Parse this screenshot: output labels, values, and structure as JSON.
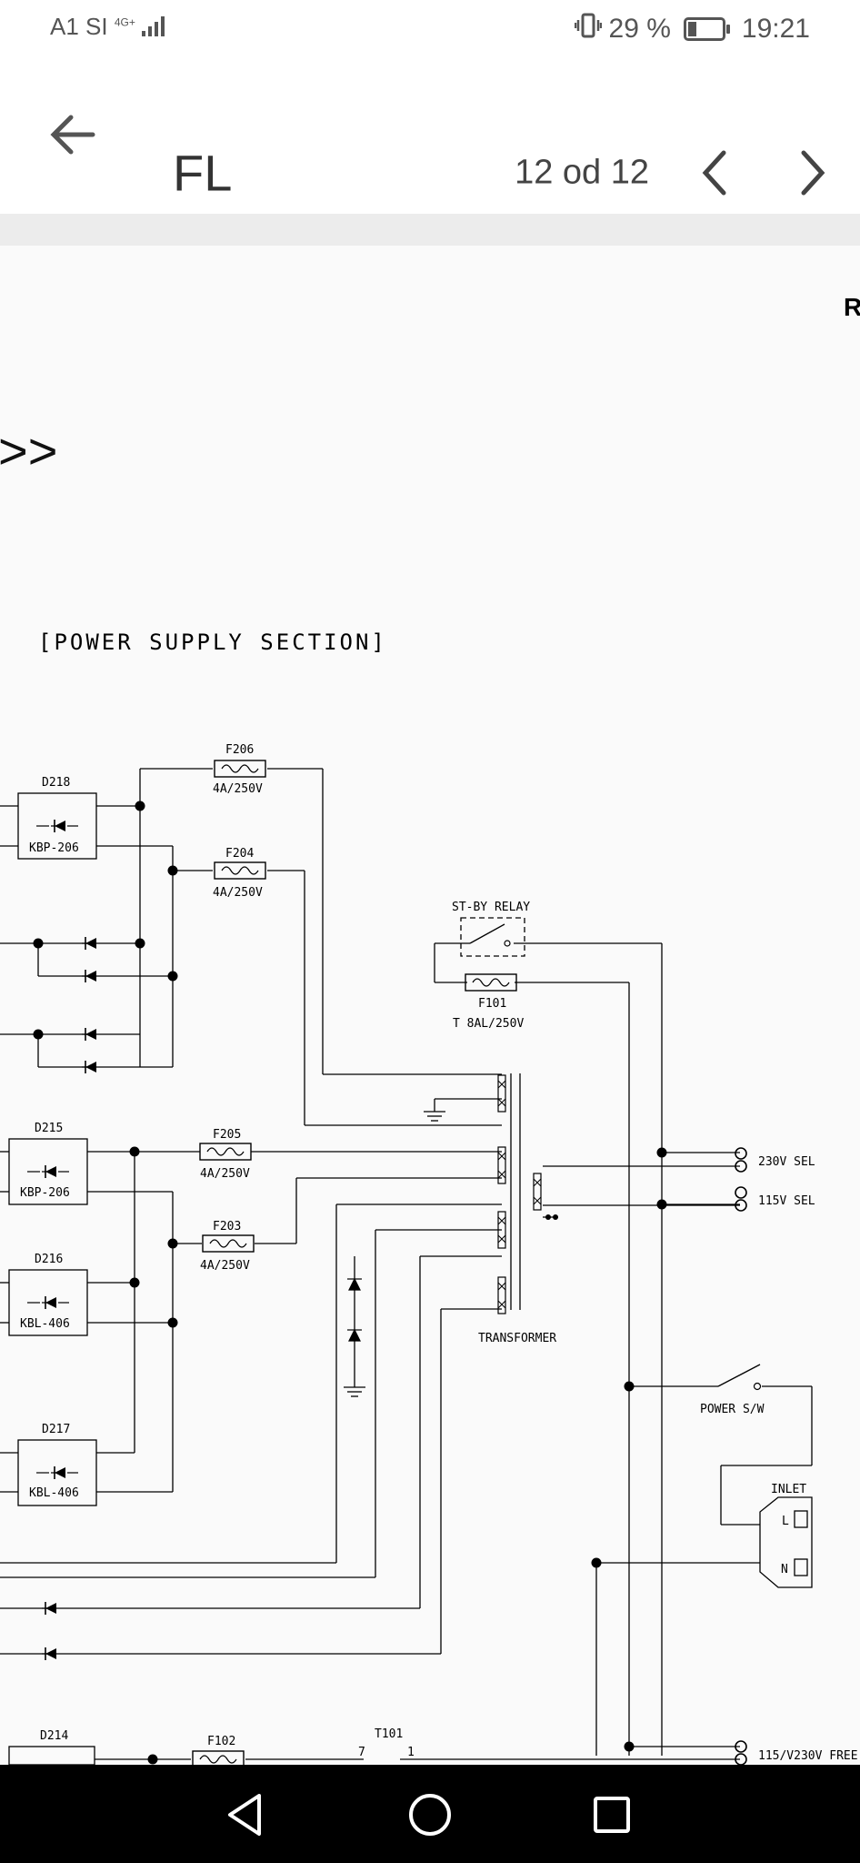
{
  "status_bar": {
    "carrier": "A1 SI",
    "network": "4G+",
    "battery": "29 %",
    "battery_level": 0.29,
    "time": "19:21"
  },
  "app_bar": {
    "title": "FL",
    "page_indicator": "12 od 12"
  },
  "document": {
    "corner_text": "R",
    "arrows": ">>",
    "section_title": "[POWER SUPPLY SECTION]",
    "labels": {
      "d218": "D218",
      "kbp206_a": "KBP-206",
      "f206": "F206",
      "f206_rating": "4A/250V",
      "f204": "F204",
      "f204_rating": "4A/250V",
      "stby_relay": "ST-BY RELAY",
      "f101": "F101",
      "f101_rating": "T 8AL/250V",
      "d215": "D215",
      "kbp206_b": "KBP-206",
      "f205": "F205",
      "f205_rating": "4A/250V",
      "f203": "F203",
      "f203_rating": "4A/250V",
      "d216": "D216",
      "kbl406_a": "KBL-406",
      "d217": "D217",
      "kbl406_b": "KBL-406",
      "transformer": "TRANSFORMER",
      "sel230": "230V SEL",
      "sel115": "115V SEL",
      "power_sw": "POWER S/W",
      "inlet": "INLET",
      "inlet_l": "L",
      "inlet_n": "N",
      "d214": "D214",
      "f102": "F102",
      "t101": "T101",
      "pin7": "7",
      "pin1": "1",
      "free": "115/V230V FREE"
    }
  }
}
